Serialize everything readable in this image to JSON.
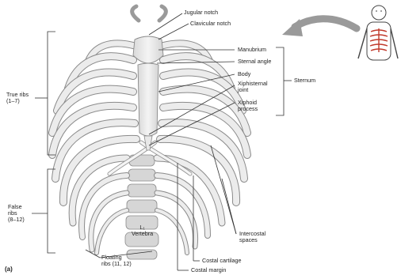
{
  "labels": {
    "jugular_notch": "Jugular notch",
    "clavicular_notch": "Clavicular notch",
    "manubrium": "Manubrium",
    "sternal_angle": "Sternal angle",
    "body": "Body",
    "xiphisternal_joint": "Xiphisternal\njoint",
    "xiphoid_process": "Xiphoid\nprocess",
    "sternum": "Sternum",
    "true_ribs": "True ribs\n(1–7)",
    "false_ribs": "False\nribs\n(8–12)",
    "floating_ribs": "Floating\nribs (11, 12)",
    "vertebra": "L₁\nVertebra",
    "intercostal_spaces": "Intercostal\nspaces",
    "costal_cartilage": "Costal cartilage",
    "costal_margin": "Costal margin",
    "panel": "(a)"
  },
  "colors": {
    "bone_fill": "#e7e7e7",
    "bone_stroke": "#8a8a8a",
    "bone_shadow": "#bdbdbd",
    "cartilage_fill": "#f2f2f2",
    "leader_line": "#333333",
    "arrow_gray": "#9a9a9a"
  }
}
